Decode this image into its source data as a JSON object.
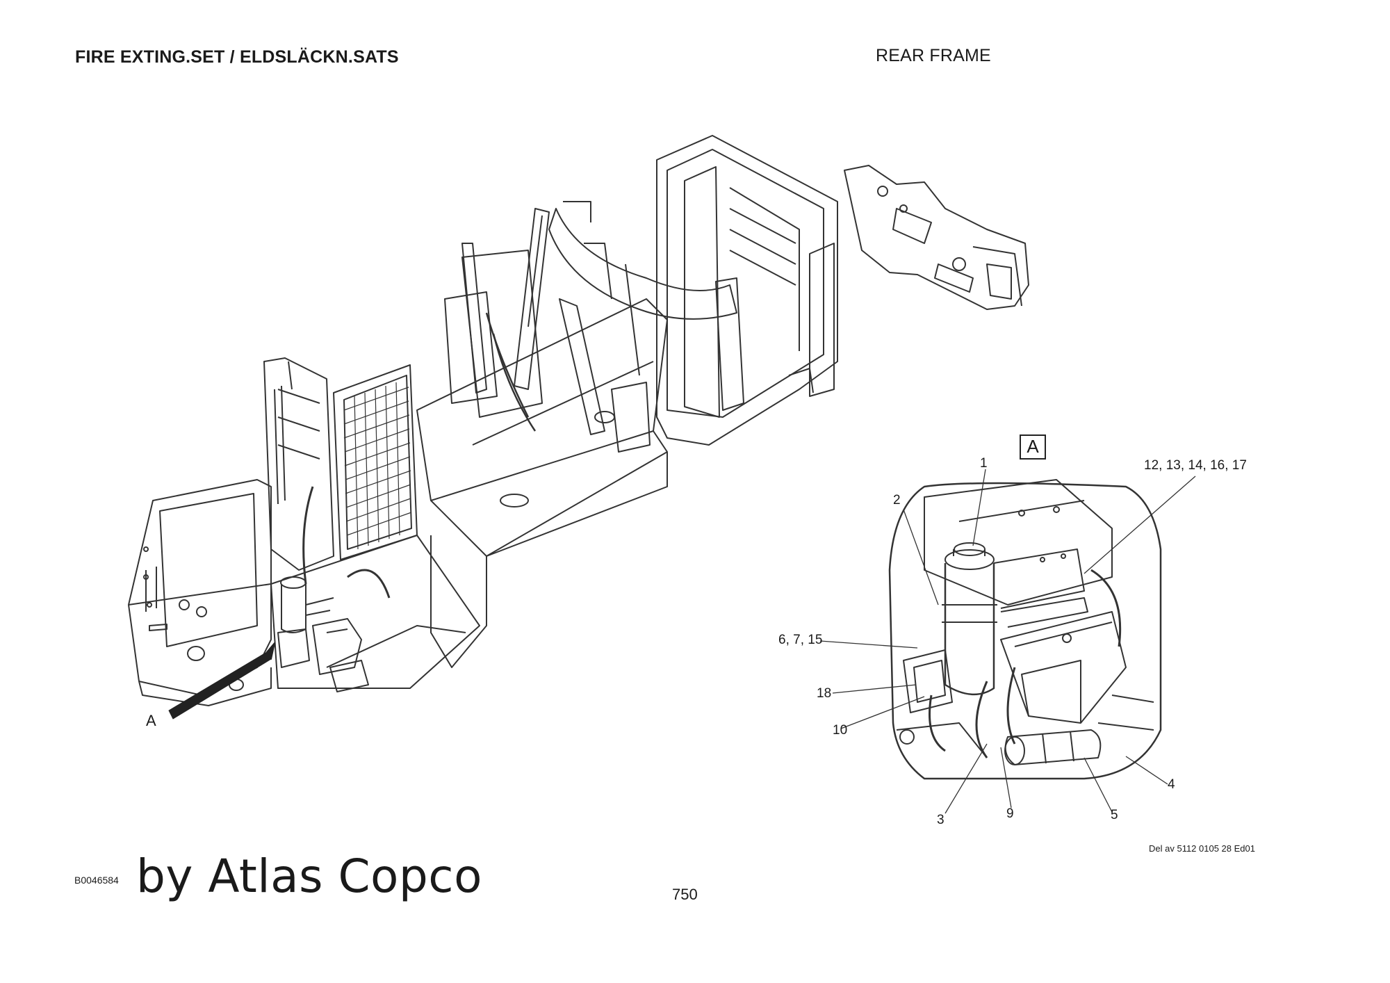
{
  "header": {
    "title": "FIRE EXTING.SET / ELDSLÄCKN.SATS",
    "section": "REAR FRAME"
  },
  "main_view": {
    "detail_pointer_label": "A"
  },
  "detail_view": {
    "box_label": "A",
    "callouts": {
      "c1": "1",
      "c2": "2",
      "c12": "12, 13, 14, 16, 17",
      "c6": "6, 7, 15",
      "c18": "18",
      "c10": "10",
      "c3": "3",
      "c9": "9",
      "c5": "5",
      "c4": "4"
    }
  },
  "footer": {
    "drawing_id": "B0046584",
    "brand": "by Atlas Copco",
    "page_number": "750",
    "part_ref": "Del av 5112 0105 28 Ed01"
  }
}
